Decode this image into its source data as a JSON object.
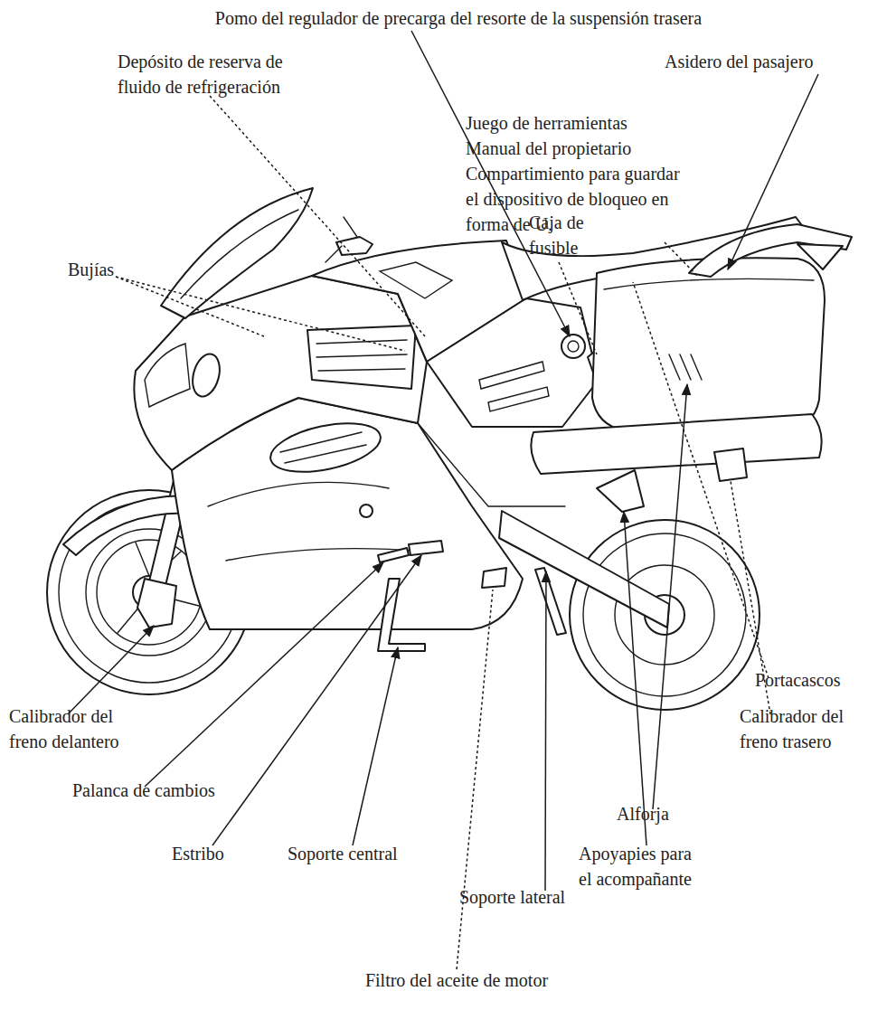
{
  "diagram": {
    "labels": [
      "Pomo del regulador de precarga del resorte de la suspensión trasera",
      "Depósito de reserva de fluido de refrigeración",
      "Asidero del pasajero",
      "Juego de herramientas",
      "Manual del propietario",
      "Compartimiento para guardar el dispositivo de bloqueo en forma de U.",
      "Caja de fusible",
      "Bujías",
      "Portacascos",
      "Calibrador del freno delantero",
      "Calibrador del freno trasero",
      "Palanca de cambios",
      "Alforja",
      "Estribo",
      "Soporte central",
      "Apoyapies para el acompañante",
      "Soporte lateral",
      "Filtro del aceite de motor"
    ]
  }
}
